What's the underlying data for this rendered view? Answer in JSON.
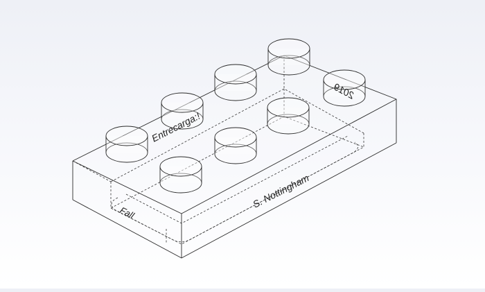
{
  "viewport": {
    "background_top": "#eef0f6",
    "background_bottom": "#ffffff",
    "edge_color": "#2a2a2a",
    "hidden_line_style": "dashed"
  },
  "model": {
    "type": "2x4 brick",
    "stud_count": 8
  },
  "engraved_text": {
    "top_left": "Entrecarga:!",
    "top_right": "2019",
    "side_front": "S. Nottingham",
    "side_left": "Fall"
  }
}
